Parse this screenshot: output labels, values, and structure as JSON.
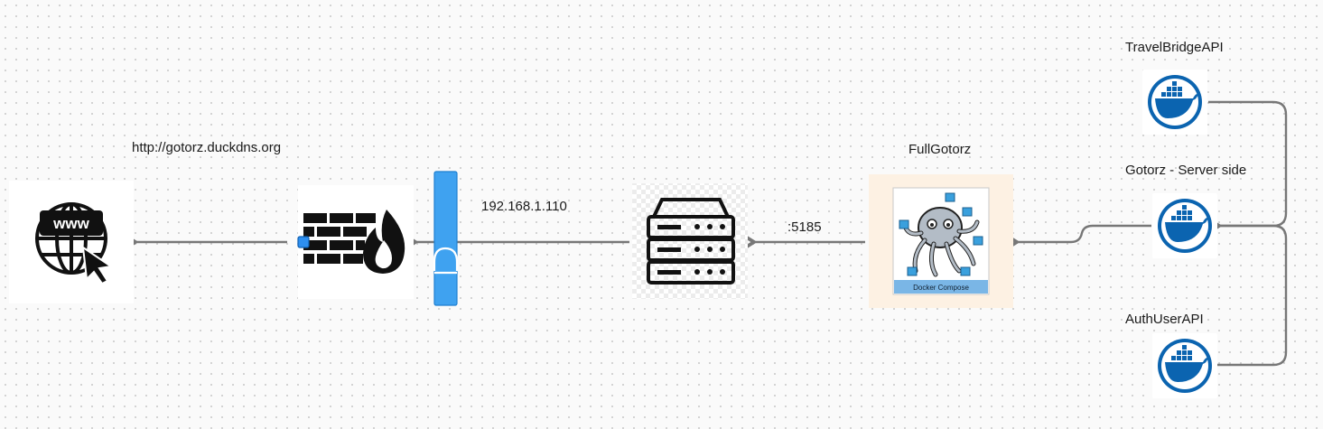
{
  "labels": {
    "url": "http://gotorz.duckdns.org",
    "ip": "192.168.1.110",
    "port": ":5185",
    "compose_title": "FullGotorz",
    "compose_caption": "Docker Compose",
    "travel_api": "TravelBridgeAPI",
    "server_side": "Gotorz - Server side",
    "auth_api": "AuthUserAPI",
    "www_text": "www"
  },
  "colors": {
    "docker_blue": "#0b64b0",
    "connector": "#777777",
    "port_bar": "#3fa2f0",
    "compose_bg": "#fdf1e3"
  },
  "icons": {
    "web": "globe-www-cursor-icon",
    "firewall": "brick-wall-fire-icon",
    "server": "server-rack-icon",
    "compose": "docker-compose-octopus-icon",
    "docker": "docker-whale-icon"
  }
}
